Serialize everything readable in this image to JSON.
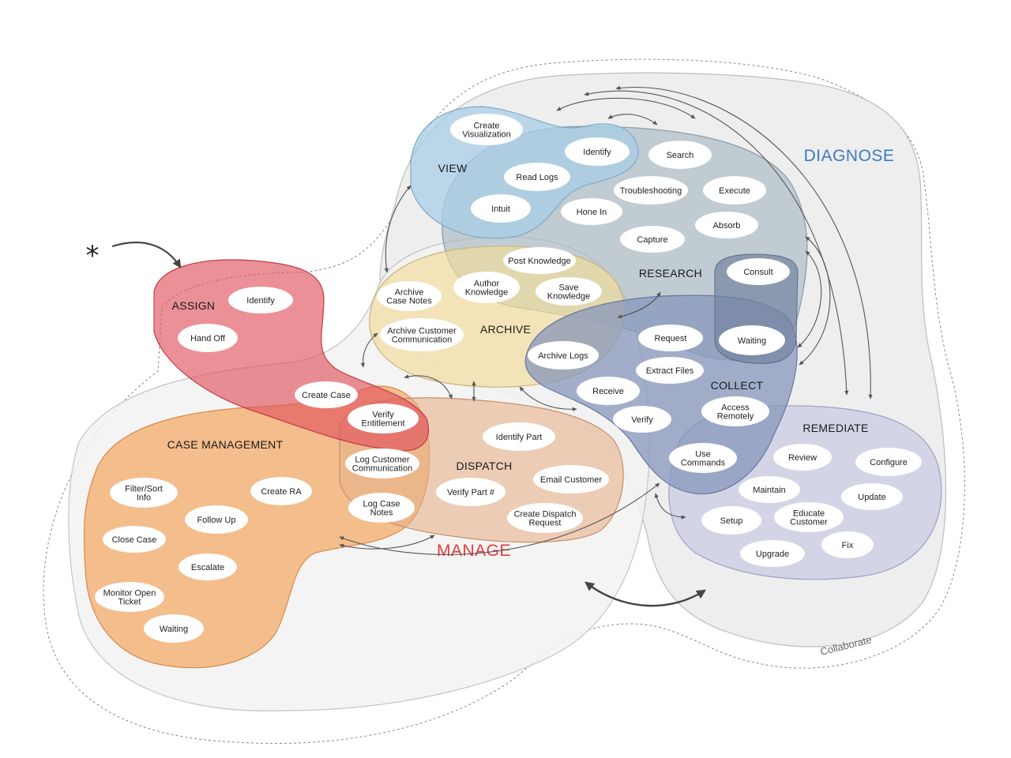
{
  "labels": {
    "diagnose": "DIAGNOSE",
    "manage": "MANAGE",
    "collaborate": "Collaborate",
    "start_marker": "*"
  },
  "colors": {
    "diagnose": "#3b7bbf",
    "manage": "#e23a3a",
    "assign": "#e4626a",
    "case_management": "#f2a664",
    "dispatch": "#e8b38c",
    "archive": "#f3df9e",
    "view": "#9cc1de",
    "research": "#a7b6c0",
    "collect": "#7d8fb3",
    "remediate": "#c8c9df"
  },
  "regions": [
    {
      "id": "assign",
      "label": "ASSIGN"
    },
    {
      "id": "case-management",
      "label": "CASE MANAGEMENT"
    },
    {
      "id": "dispatch",
      "label": "DISPATCH"
    },
    {
      "id": "archive",
      "label": "ARCHIVE"
    },
    {
      "id": "view",
      "label": "VIEW"
    },
    {
      "id": "research",
      "label": "RESEARCH"
    },
    {
      "id": "collect",
      "label": "COLLECT"
    },
    {
      "id": "remediate",
      "label": "REMEDIATE"
    }
  ],
  "pills": [
    {
      "text": "Identify"
    },
    {
      "text": "Hand Off"
    },
    {
      "text": "Create Case"
    },
    {
      "text": "Verify\nEntitlement"
    },
    {
      "text": "Log Customer\nCommunication"
    },
    {
      "text": "Log Case\nNotes"
    },
    {
      "text": "Filter/Sort\nInfo"
    },
    {
      "text": "Create RA"
    },
    {
      "text": "Follow Up"
    },
    {
      "text": "Close Case"
    },
    {
      "text": "Escalate"
    },
    {
      "text": "Monitor Open\nTicket"
    },
    {
      "text": "Waiting"
    },
    {
      "text": "Identify Part"
    },
    {
      "text": "Email Customer"
    },
    {
      "text": "Verify Part #"
    },
    {
      "text": "Create Dispatch\nRequest"
    },
    {
      "text": "Archive\nCase Notes"
    },
    {
      "text": "Archive Customer\nCommunication"
    },
    {
      "text": "Author\nKnowledge"
    },
    {
      "text": "Post Knowledge"
    },
    {
      "text": "Save\nKnowledge"
    },
    {
      "text": "Archive Logs"
    },
    {
      "text": "Create\nVisualization"
    },
    {
      "text": "Identify"
    },
    {
      "text": "Read Logs"
    },
    {
      "text": "Intuit"
    },
    {
      "text": "Search"
    },
    {
      "text": "Troubleshooting"
    },
    {
      "text": "Execute"
    },
    {
      "text": "Hone In"
    },
    {
      "text": "Absorb"
    },
    {
      "text": "Capture"
    },
    {
      "text": "Consult"
    },
    {
      "text": "Request"
    },
    {
      "text": "Waiting"
    },
    {
      "text": "Extract Files"
    },
    {
      "text": "Receive"
    },
    {
      "text": "Verify"
    },
    {
      "text": "Access\nRemotely"
    },
    {
      "text": "Use\nCommands"
    },
    {
      "text": "Review"
    },
    {
      "text": "Configure"
    },
    {
      "text": "Maintain"
    },
    {
      "text": "Update"
    },
    {
      "text": "Setup"
    },
    {
      "text": "Educate\nCustomer"
    },
    {
      "text": "Fix"
    },
    {
      "text": "Upgrade"
    }
  ]
}
